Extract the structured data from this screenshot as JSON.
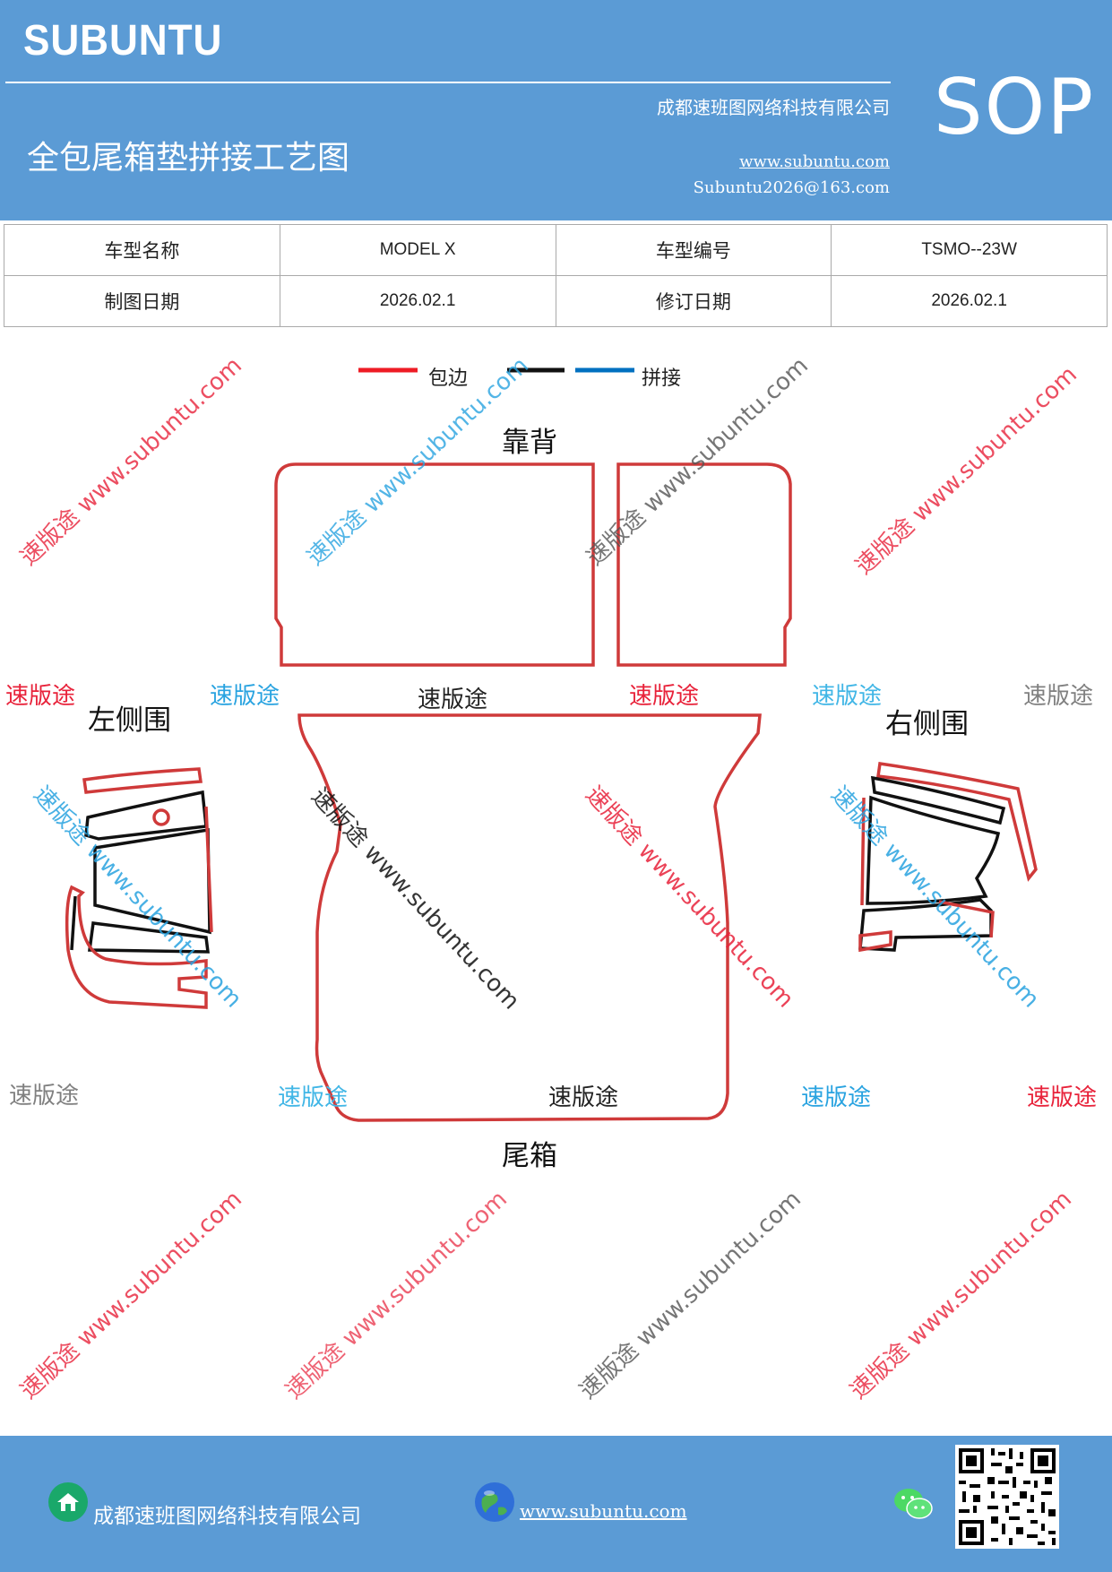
{
  "header": {
    "brand": "SUBUNTU",
    "company": "成都速班图网络科技有限公司",
    "sop": "SOP",
    "title": "全包尾箱垫拼接工艺图",
    "website": "www.subuntu.com",
    "email": "Subuntu2026@163.com"
  },
  "info_table": {
    "model_name_label": "车型名称",
    "model_name_value": "MODEL X",
    "model_code_label": "车型编号",
    "model_code_value": "TSMO--23W",
    "draw_date_label": "制图日期",
    "draw_date_value": "2026.02.1",
    "revise_date_label": "修订日期",
    "revise_date_value": "2026.02.1"
  },
  "legend": {
    "edge_label": "包边",
    "splice_label": "拼接",
    "colors": {
      "edge": "#ee1c25",
      "black": "#111111",
      "splice": "#0070c0"
    }
  },
  "parts": {
    "backrest": "靠背",
    "left_side": "左侧围",
    "right_side": "右侧围",
    "trunk": "尾箱"
  },
  "watermark": {
    "brand_cn": "速版途",
    "url": "www.subuntu.com",
    "colors": {
      "red": "#e8223a",
      "blue": "#29a3e0",
      "gray": "#808080",
      "light_blue": "#41b6e6"
    }
  },
  "footer": {
    "company": "成都速班图网络科技有限公司",
    "website": "www.subuntu.com"
  }
}
